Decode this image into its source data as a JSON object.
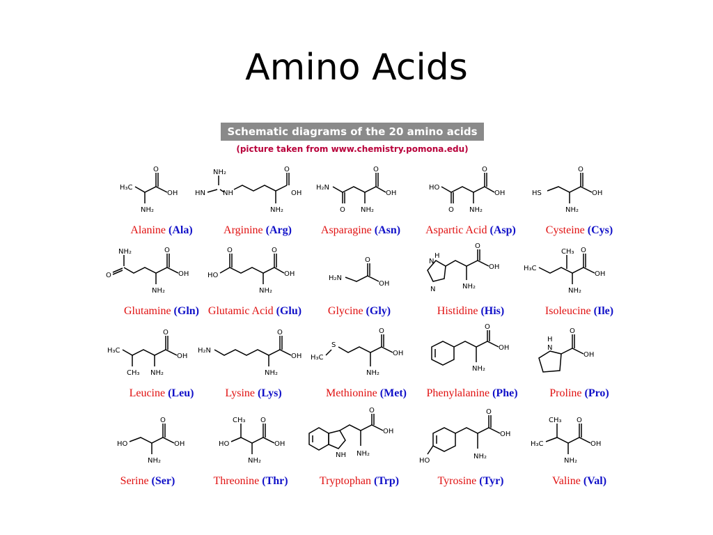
{
  "slide": {
    "title": "Amino Acids",
    "banner": "Schematic diagrams of the 20 amino acids",
    "credit": "(picture taken from www.chemistry.pomona.edu)"
  },
  "acids": [
    {
      "name": "Alanine",
      "abbr": "(Ala)"
    },
    {
      "name": "Arginine",
      "abbr": "(Arg)"
    },
    {
      "name": "Asparagine",
      "abbr": "(Asn)"
    },
    {
      "name": "Aspartic Acid",
      "abbr": "(Asp)"
    },
    {
      "name": "Cysteine",
      "abbr": "(Cys)"
    },
    {
      "name": "Glutamine",
      "abbr": "(Gln)"
    },
    {
      "name": "Glutamic Acid",
      "abbr": "(Glu)"
    },
    {
      "name": "Glycine",
      "abbr": "(Gly)"
    },
    {
      "name": "Histidine",
      "abbr": "(His)"
    },
    {
      "name": "Isoleucine",
      "abbr": "(Ile)"
    },
    {
      "name": "Leucine",
      "abbr": "(Leu)"
    },
    {
      "name": "Lysine",
      "abbr": "(Lys)"
    },
    {
      "name": "Methionine",
      "abbr": "(Met)"
    },
    {
      "name": "Phenylalanine",
      "abbr": "(Phe)"
    },
    {
      "name": "Proline",
      "abbr": "(Pro)"
    },
    {
      "name": "Serine",
      "abbr": "(Ser)"
    },
    {
      "name": "Threonine",
      "abbr": "(Thr)"
    },
    {
      "name": "Tryptophan",
      "abbr": "(Trp)"
    },
    {
      "name": "Tyrosine",
      "abbr": "(Tyr)"
    },
    {
      "name": "Valine",
      "abbr": "(Val)"
    }
  ],
  "atoms": {
    "oh": "OH",
    "o": "O",
    "nh2": "NH₂",
    "h2n": "H₂N",
    "h3c": "H₃C",
    "ch3": "CH₃",
    "ho": "HO",
    "hn": "HN",
    "nh": "NH",
    "hs": "HS",
    "s": "S",
    "n": "N",
    "h": "H"
  }
}
